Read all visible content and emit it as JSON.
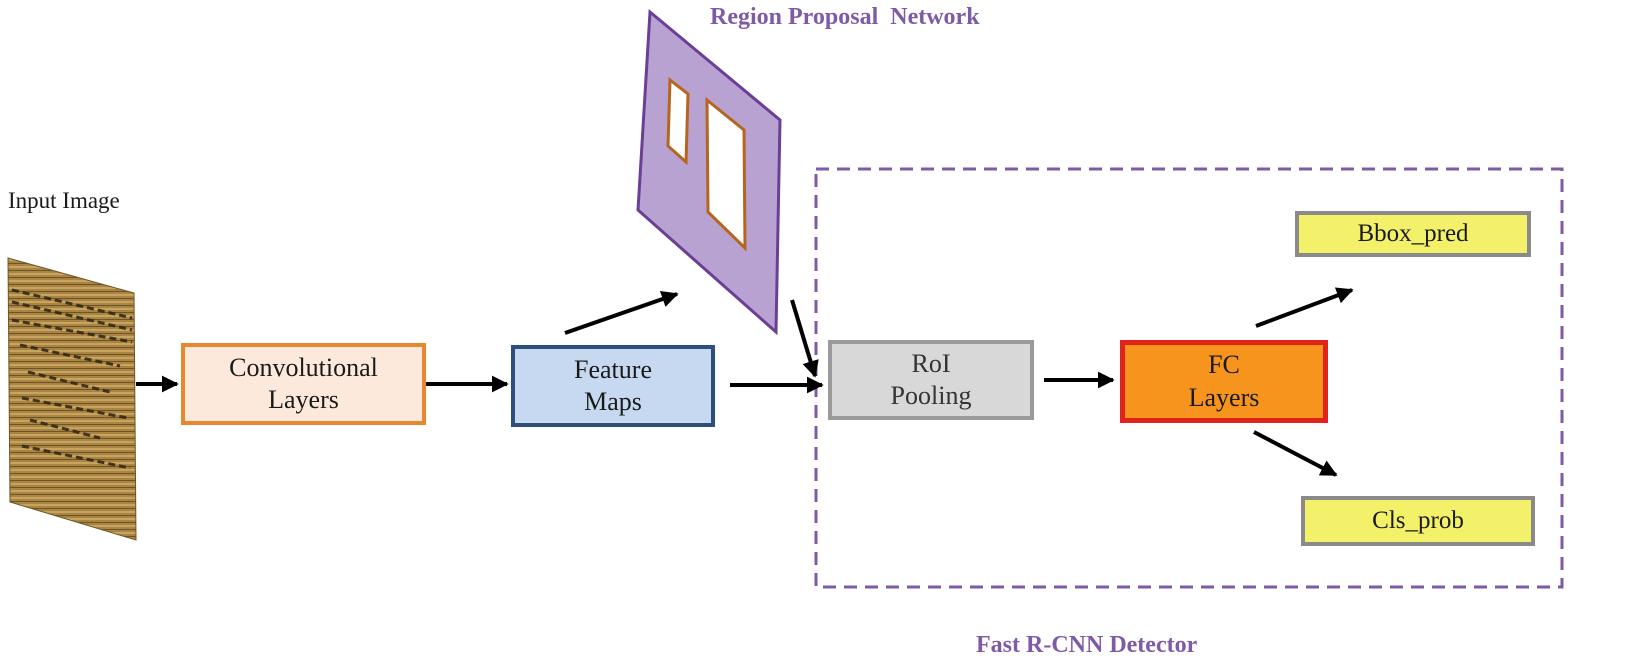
{
  "input": {
    "title": "Input Image"
  },
  "rpn": {
    "title": "Region Proposal  Network"
  },
  "detector": {
    "title": "Fast R-CNN Detector"
  },
  "nodes": {
    "conv": "Convolutional\nLayers",
    "feature_maps": "Feature\nMaps",
    "roi_pooling": "RoI\nPooling",
    "fc": "FC\nLayers",
    "bbox": "Bbox_pred",
    "cls": "Cls_prob"
  },
  "colors": {
    "arrow": "#000000",
    "rpn_fill": "#b8a2d2",
    "rpn_border": "#6b3f96",
    "proposal_box": "#b5651d",
    "detector_border": "#7e5aa7",
    "input_image": "#9c7b3c"
  }
}
